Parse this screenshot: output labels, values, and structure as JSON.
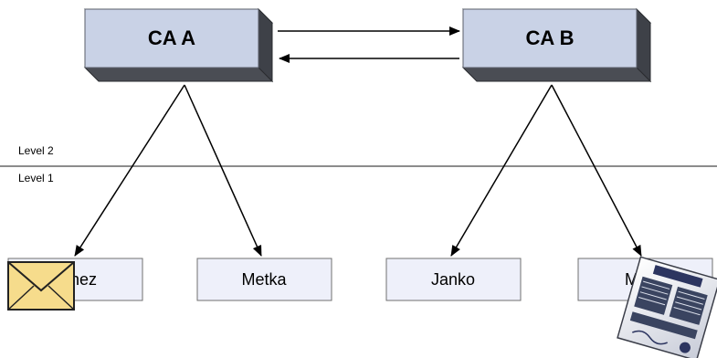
{
  "authorities": [
    {
      "label": "CA A"
    },
    {
      "label": "CA B"
    }
  ],
  "levels": {
    "upper": "Level 2",
    "lower": "Level 1"
  },
  "entities": [
    {
      "label": "Janez"
    },
    {
      "label": "Metka"
    },
    {
      "label": "Janko"
    },
    {
      "label": "Mirko"
    }
  ],
  "icons": {
    "envelope": "envelope-icon",
    "certificate": "certificate-document-icon"
  },
  "colors": {
    "ca_front": "#c9d2e6",
    "ca_top": "#b7bfd4",
    "ca_side": "#3e4148",
    "box_fill": "#eef0fa",
    "box_stroke": "#707070",
    "line": "#000000",
    "divider": "#8c8c8c",
    "envelope_fill": "#f6dc8c"
  }
}
